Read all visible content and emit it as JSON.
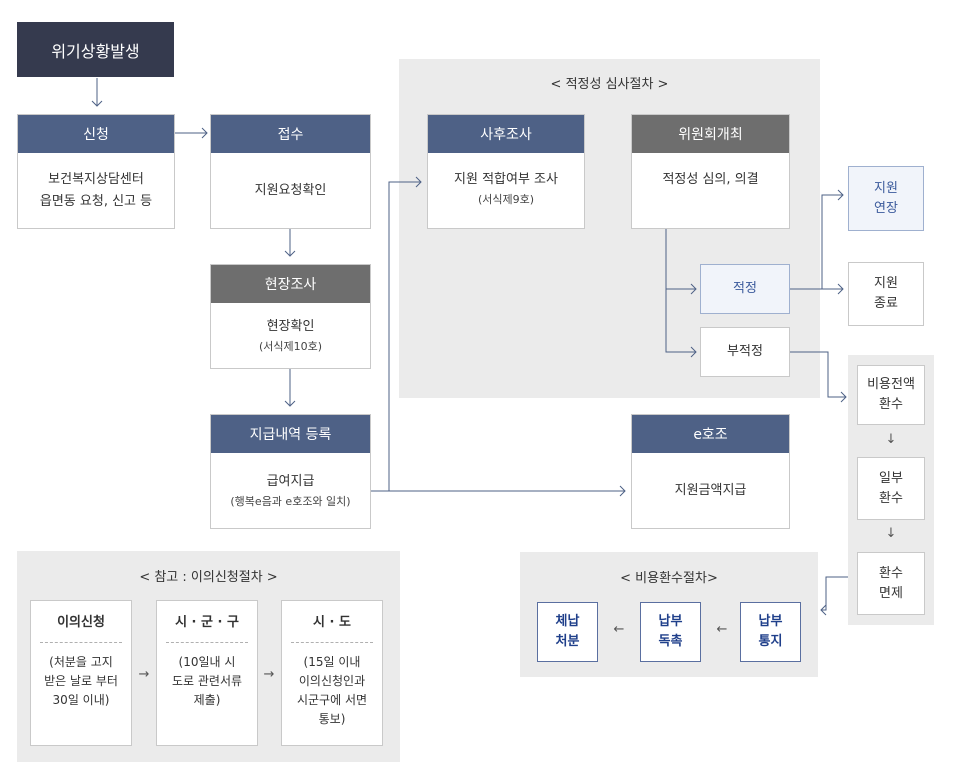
{
  "title": "위기상황발생",
  "steps": {
    "apply": {
      "head": "신청",
      "lines": [
        "보건복지상담센터",
        "읍면동 요청, 신고 등"
      ]
    },
    "receipt": {
      "head": "접수",
      "lines": [
        "지원요청확인"
      ]
    },
    "field": {
      "head": "현장조사",
      "lines": [
        "현장확인",
        "(서식제10호)"
      ]
    },
    "payment": {
      "head": "지급내역 등록",
      "lines": [
        "급여지급",
        "(행복e음과 e호조와 일치)"
      ]
    },
    "ehojo": {
      "head": "e호조",
      "lines": [
        "지원금액지급"
      ]
    }
  },
  "review": {
    "title": "< 적정성 심사절차 >",
    "post": {
      "head": "사후조사",
      "lines": [
        "지원 적합여부 조사",
        "(서식제9호)"
      ]
    },
    "committee": {
      "head": "위원회개최",
      "lines": [
        "적정성 심의, 의결"
      ]
    },
    "fit": "적정",
    "unfit": "부적정"
  },
  "outcomes": {
    "extend": [
      "지원",
      "연장"
    ],
    "end": [
      "지원",
      "종료"
    ]
  },
  "refund_steps": {
    "full": [
      "비용전액",
      "환수"
    ],
    "partial": [
      "일부",
      "환수"
    ],
    "exempt": [
      "환수",
      "면제"
    ],
    "down_arrow": "↓"
  },
  "refund_process": {
    "title": "< 비용환수절차>",
    "notice": [
      "납부",
      "통지"
    ],
    "demand": [
      "납부",
      "독촉"
    ],
    "default": [
      "체납",
      "처분"
    ],
    "left_arrow": "←"
  },
  "appeal": {
    "title": "< 참고 : 이의신청절차 >",
    "arrow": "→",
    "boxes": [
      {
        "title": "이의신청",
        "lines": [
          "(처분을 고지",
          "받은 날로 부터",
          "30일 이내)"
        ]
      },
      {
        "title": "시 · 군 · 구",
        "lines": [
          "(10일내 시",
          "도로 관련서류",
          "제출)"
        ]
      },
      {
        "title": "시 · 도",
        "lines": [
          "(15일 이내",
          "이의신청인과",
          "시군구에 서면",
          "통보)"
        ]
      }
    ]
  },
  "colors": {
    "blue_head": "#4e6186",
    "gray_head": "#6e6e6e",
    "title_bg": "#353a4e",
    "panel": "#ebebeb",
    "line": "#4e6186"
  }
}
